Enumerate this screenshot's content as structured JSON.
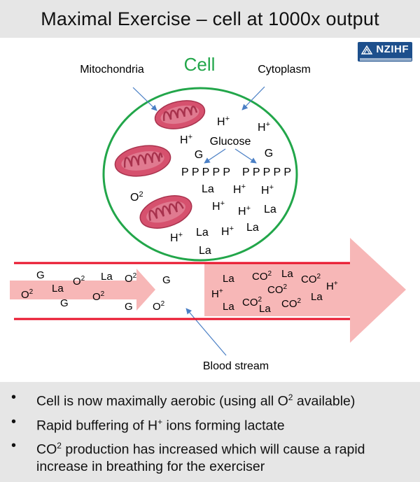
{
  "title": "Maximal Exercise – cell at 1000x output",
  "logo": {
    "text": "NZIHF",
    "subtitle": "NEW ZEALAND INSTITUTE OF HEALTH AND FITNESS"
  },
  "cell": {
    "title": "Cell",
    "pointer_labels": {
      "mitochondria": "Mitochondria",
      "cytoplasm": "Cytoplasm",
      "blood_stream": "Blood stream"
    },
    "glucose_label": "Glucose",
    "g_left": "G",
    "g_right": "G",
    "phosphates_left": "P P P P P",
    "phosphates_right": "P P P P P",
    "o2": {
      "base": "O",
      "sup": "2"
    },
    "h_plus": {
      "base": "H",
      "sup": "+"
    },
    "la": "La"
  },
  "blood_left_molecules": [
    "G",
    "La",
    "La",
    "G",
    "G",
    "O2",
    "O2",
    "O2",
    "O2",
    "G"
  ],
  "blood_right_molecules": [
    "La",
    "CO2",
    "La",
    "CO2",
    "H+",
    "CO2",
    "H+",
    "La",
    "CO2",
    "La",
    "CO2",
    "La"
  ],
  "colors": {
    "cell_border": "#22a64a",
    "cell_title": "#22a64a",
    "mitochondria": "#d6516e",
    "arrow_pink": "#f7b7b7",
    "vessel_red": "#e8122a",
    "pointer_blue": "#4a7fc5",
    "panel_gray": "#e6e6e6"
  },
  "bullets": [
    {
      "pre": "Cell is now maximally aerobic (using all O",
      "sup": "2",
      "post": " available)"
    },
    {
      "pre": "Rapid buffering of H",
      "sup": "+",
      "post": " ions forming lactate"
    },
    {
      "pre": "CO",
      "sup": "2",
      "post": " production has increased which will cause a rapid increase in breathing for the exerciser"
    }
  ]
}
